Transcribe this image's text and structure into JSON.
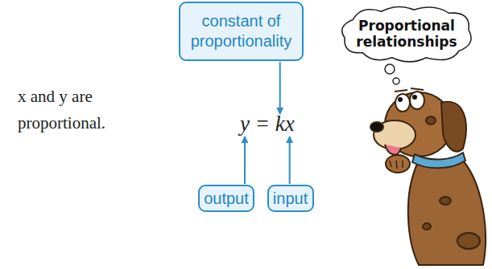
{
  "diagram": {
    "nodes": [
      {
        "text": [
          "constant of proportionality"
        ]
      },
      {
        "text": [
          "output"
        ]
      },
      {
        "text": [
          "input"
        ]
      },
      {
        "text": [
          "Proportional relationships"
        ]
      }
    ],
    "labels": [
      "x and y are proportional.",
      "y = kx"
    ]
  }
}
